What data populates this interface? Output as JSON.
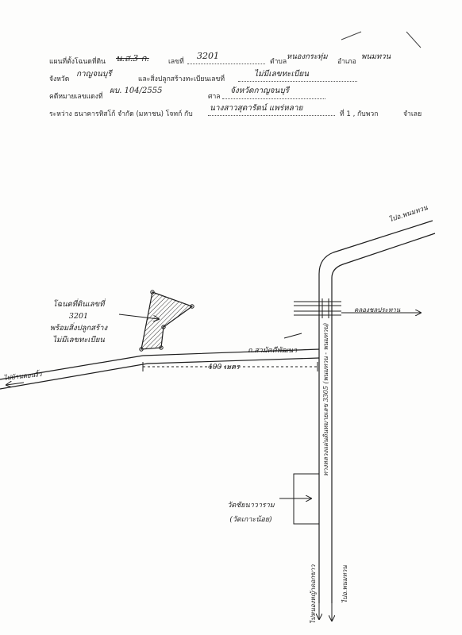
{
  "form": {
    "line1": {
      "label_title": "แผนที่ตั้งโฉนดที่ดิน",
      "doc_type": "น.ส.3 ก.",
      "label_no": "เลขที่",
      "deed_no": "3201",
      "label_tambon": "ตำบล",
      "tambon": "หนองกระทุ่ม",
      "label_amphoe": "อำเภอ",
      "amphoe": "พนมทวน"
    },
    "line2": {
      "label_province": "จังหวัด",
      "province": "กาญจนบุรี",
      "label_building": "และสิ่งปลูกสร้างทะเบียนเลขที่",
      "building": "ไม่มีเลขทะเบียน"
    },
    "line3": {
      "label_case": "คดีหมายเลขแดงที่",
      "case_no": "ผบ. 104/2555",
      "label_court": "ศาล",
      "court": "จังหวัดกาญจนบุรี"
    },
    "line4": {
      "label_between": "ระหว่าง ธนาคารทิสโก้ จำกัด (มหาชน) โจทก์ กับ",
      "defendant": "นางสาวสุดารัตน์ แพร่หลาย",
      "label_tail": "ที่ 1 , กับพวก",
      "label_defendant": "จำเลย"
    }
  },
  "map": {
    "land_label_line1": "โฉนดที่ดินเลขที่",
    "land_label_line2": "3201",
    "land_label_line3": "พร้อมสิ่งปลูกสร้าง",
    "land_label_line4": "ไม่มีเลขทะเบียน",
    "road_name": "ถ.สามัคคีพัฒนา",
    "distance": "400 เมตร",
    "left_road_label": "ไปบ้านดอนงิ้ว",
    "top_right_label": "ไปอ.พนมทวน",
    "canal_label": "คลองชลประทาน",
    "highway_label": "ทางหลวงแผ่นดินหมายเลข 3305 (พนมทวน - พนมทวน)",
    "temple_label_line1": "วัดชัยนาวาราม",
    "temple_label_line2": "(วัดเกาะน้อย)",
    "bottom_left_label": "ไปหนองหญ้าดอกขาว",
    "bottom_right_label": "ไปอ.พนมทวน"
  },
  "colors": {
    "ink": "#1e1e1e",
    "hatch": "#333333"
  }
}
